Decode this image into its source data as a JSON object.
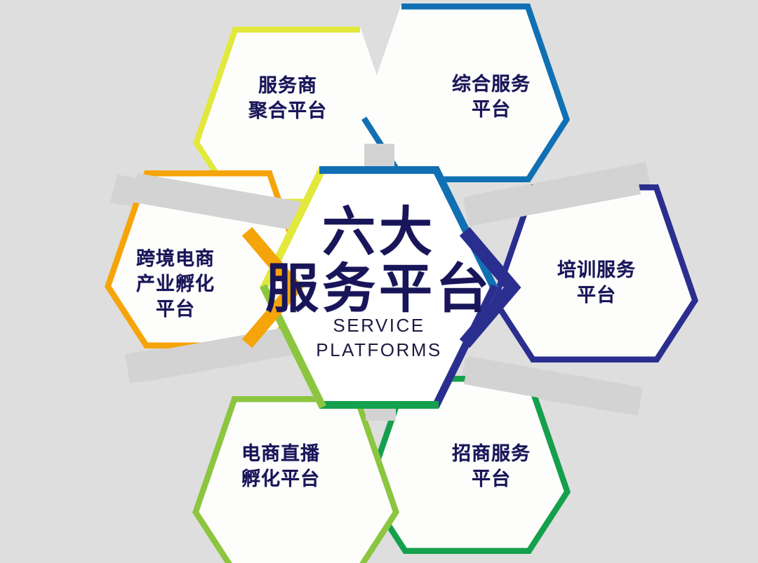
{
  "background_color": "#dedede",
  "text_color": "#191559",
  "connector_color": "#d3d3d3",
  "center": {
    "title_cn": "六大\n服务平台",
    "title_en": "SERVICE\nPLATFORMS",
    "fill": "#fefefe"
  },
  "nodes": [
    {
      "id": "service-provider-aggregation",
      "label": "服务商\n聚合平台",
      "color": "#e2e83c",
      "position": "top-left"
    },
    {
      "id": "comprehensive-service",
      "label": "综合服务\n平台",
      "color": "#1170b4",
      "position": "top-right"
    },
    {
      "id": "training-service",
      "label": "培训服务\n平台",
      "color": "#2a2f8f",
      "position": "right"
    },
    {
      "id": "investment-promotion-service",
      "label": "招商服务\n平台",
      "color": "#14a04c",
      "position": "bottom-right"
    },
    {
      "id": "ecommerce-livestream-incubation",
      "label": "电商直播\n孵化平台",
      "color": "#8cc540",
      "position": "bottom-left"
    },
    {
      "id": "cross-border-ecommerce-incubation",
      "label": "跨境电商\n产业孵化\n平台",
      "color": "#f5a409",
      "position": "left"
    }
  ]
}
